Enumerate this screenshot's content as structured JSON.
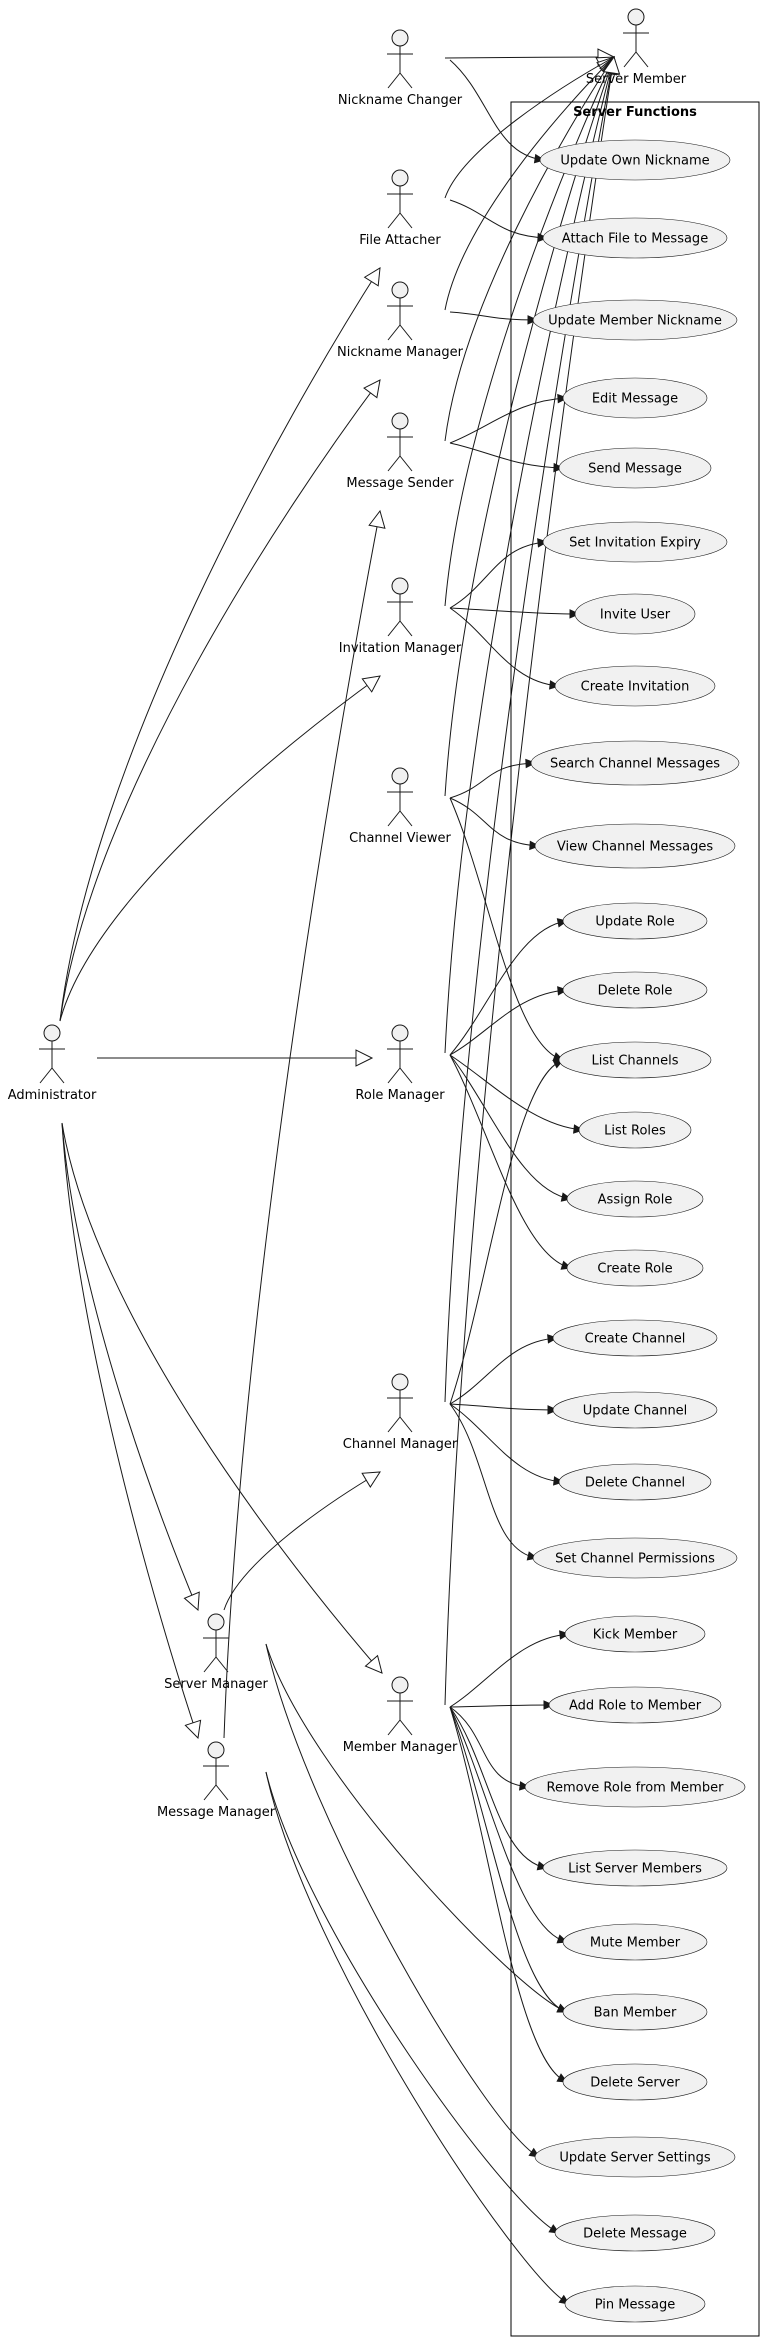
{
  "boundary": {
    "title": "Server Functions"
  },
  "actors": [
    {
      "id": "server_member",
      "label": "Server Member"
    },
    {
      "id": "nickname_changer",
      "label": "Nickname Changer"
    },
    {
      "id": "file_attacher",
      "label": "File Attacher"
    },
    {
      "id": "nickname_manager",
      "label": "Nickname Manager"
    },
    {
      "id": "message_sender",
      "label": "Message Sender"
    },
    {
      "id": "invitation_manager",
      "label": "Invitation Manager"
    },
    {
      "id": "channel_viewer",
      "label": "Channel Viewer"
    },
    {
      "id": "administrator",
      "label": "Administrator"
    },
    {
      "id": "role_manager",
      "label": "Role Manager"
    },
    {
      "id": "channel_manager",
      "label": "Channel Manager"
    },
    {
      "id": "server_manager",
      "label": "Server Manager"
    },
    {
      "id": "member_manager",
      "label": "Member Manager"
    },
    {
      "id": "message_manager",
      "label": "Message Manager"
    }
  ],
  "use_cases": [
    {
      "id": "update_own_nickname",
      "label": "Update Own Nickname"
    },
    {
      "id": "attach_file",
      "label": "Attach File to Message"
    },
    {
      "id": "update_member_nickname",
      "label": "Update Member Nickname"
    },
    {
      "id": "edit_message",
      "label": "Edit Message"
    },
    {
      "id": "send_message",
      "label": "Send Message"
    },
    {
      "id": "set_invitation_expiry",
      "label": "Set Invitation Expiry"
    },
    {
      "id": "invite_user",
      "label": "Invite User"
    },
    {
      "id": "create_invitation",
      "label": "Create Invitation"
    },
    {
      "id": "search_channel_messages",
      "label": "Search Channel Messages"
    },
    {
      "id": "view_channel_messages",
      "label": "View Channel Messages"
    },
    {
      "id": "update_role",
      "label": "Update Role"
    },
    {
      "id": "delete_role",
      "label": "Delete Role"
    },
    {
      "id": "list_channels",
      "label": "List Channels"
    },
    {
      "id": "list_roles",
      "label": "List Roles"
    },
    {
      "id": "assign_role",
      "label": "Assign Role"
    },
    {
      "id": "create_role",
      "label": "Create Role"
    },
    {
      "id": "create_channel",
      "label": "Create Channel"
    },
    {
      "id": "update_channel",
      "label": "Update Channel"
    },
    {
      "id": "delete_channel",
      "label": "Delete Channel"
    },
    {
      "id": "set_channel_permissions",
      "label": "Set Channel Permissions"
    },
    {
      "id": "kick_member",
      "label": "Kick Member"
    },
    {
      "id": "add_role_to_member",
      "label": "Add Role to Member"
    },
    {
      "id": "remove_role_from_member",
      "label": "Remove Role from Member"
    },
    {
      "id": "list_server_members",
      "label": "List Server Members"
    },
    {
      "id": "mute_member",
      "label": "Mute Member"
    },
    {
      "id": "ban_member",
      "label": "Ban Member"
    },
    {
      "id": "delete_server",
      "label": "Delete Server"
    },
    {
      "id": "update_server_settings",
      "label": "Update Server Settings"
    },
    {
      "id": "delete_message",
      "label": "Delete Message"
    },
    {
      "id": "pin_message",
      "label": "Pin Message"
    }
  ],
  "generalizations": [
    [
      "nickname_changer",
      "server_member"
    ],
    [
      "file_attacher",
      "server_member"
    ],
    [
      "nickname_manager",
      "server_member"
    ],
    [
      "message_sender",
      "server_member"
    ],
    [
      "invitation_manager",
      "server_member"
    ],
    [
      "channel_viewer",
      "server_member"
    ],
    [
      "role_manager",
      "server_member"
    ],
    [
      "channel_manager",
      "server_member"
    ],
    [
      "member_manager",
      "server_member"
    ],
    [
      "administrator",
      "file_attacher"
    ],
    [
      "administrator",
      "nickname_manager"
    ],
    [
      "administrator",
      "invitation_manager"
    ],
    [
      "administrator",
      "role_manager"
    ],
    [
      "administrator",
      "server_manager"
    ],
    [
      "administrator",
      "member_manager"
    ],
    [
      "administrator",
      "message_manager"
    ],
    [
      "server_manager",
      "channel_manager"
    ],
    [
      "message_manager",
      "message_sender"
    ]
  ],
  "associations": [
    [
      "nickname_changer",
      "update_own_nickname"
    ],
    [
      "file_attacher",
      "attach_file"
    ],
    [
      "nickname_manager",
      "update_member_nickname"
    ],
    [
      "message_sender",
      "edit_message"
    ],
    [
      "message_sender",
      "send_message"
    ],
    [
      "invitation_manager",
      "set_invitation_expiry"
    ],
    [
      "invitation_manager",
      "invite_user"
    ],
    [
      "invitation_manager",
      "create_invitation"
    ],
    [
      "channel_viewer",
      "search_channel_messages"
    ],
    [
      "channel_viewer",
      "view_channel_messages"
    ],
    [
      "channel_viewer",
      "list_channels"
    ],
    [
      "role_manager",
      "update_role"
    ],
    [
      "role_manager",
      "delete_role"
    ],
    [
      "role_manager",
      "list_roles"
    ],
    [
      "role_manager",
      "assign_role"
    ],
    [
      "role_manager",
      "create_role"
    ],
    [
      "channel_manager",
      "list_channels"
    ],
    [
      "channel_manager",
      "create_channel"
    ],
    [
      "channel_manager",
      "update_channel"
    ],
    [
      "channel_manager",
      "delete_channel"
    ],
    [
      "channel_manager",
      "set_channel_permissions"
    ],
    [
      "member_manager",
      "kick_member"
    ],
    [
      "member_manager",
      "add_role_to_member"
    ],
    [
      "member_manager",
      "remove_role_from_member"
    ],
    [
      "member_manager",
      "list_server_members"
    ],
    [
      "member_manager",
      "mute_member"
    ],
    [
      "member_manager",
      "ban_member"
    ],
    [
      "member_manager",
      "delete_server"
    ],
    [
      "server_manager",
      "ban_member"
    ],
    [
      "server_manager",
      "update_server_settings"
    ],
    [
      "message_manager",
      "delete_message"
    ],
    [
      "message_manager",
      "pin_message"
    ]
  ]
}
